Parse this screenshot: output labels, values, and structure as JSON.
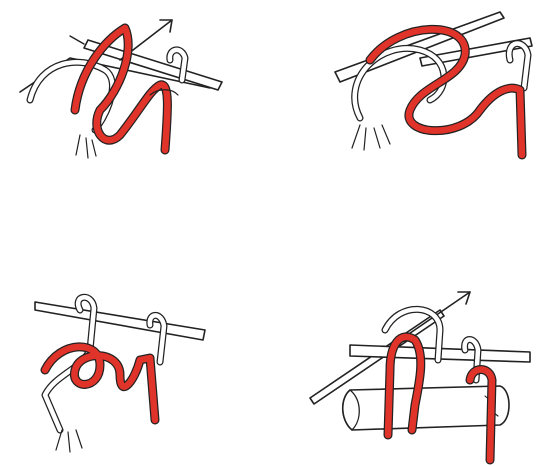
{
  "colors": {
    "background": "#ffffff",
    "outline": "#222222",
    "red_yarn": "#e0332a",
    "white_yarn": "#ffffff"
  },
  "panels": [
    {
      "name": "step-top-left",
      "has_arrow": true
    },
    {
      "name": "step-top-right",
      "has_arrow": false
    },
    {
      "name": "step-bottom-left",
      "has_arrow": false
    },
    {
      "name": "step-bottom-right",
      "has_arrow": true
    }
  ]
}
